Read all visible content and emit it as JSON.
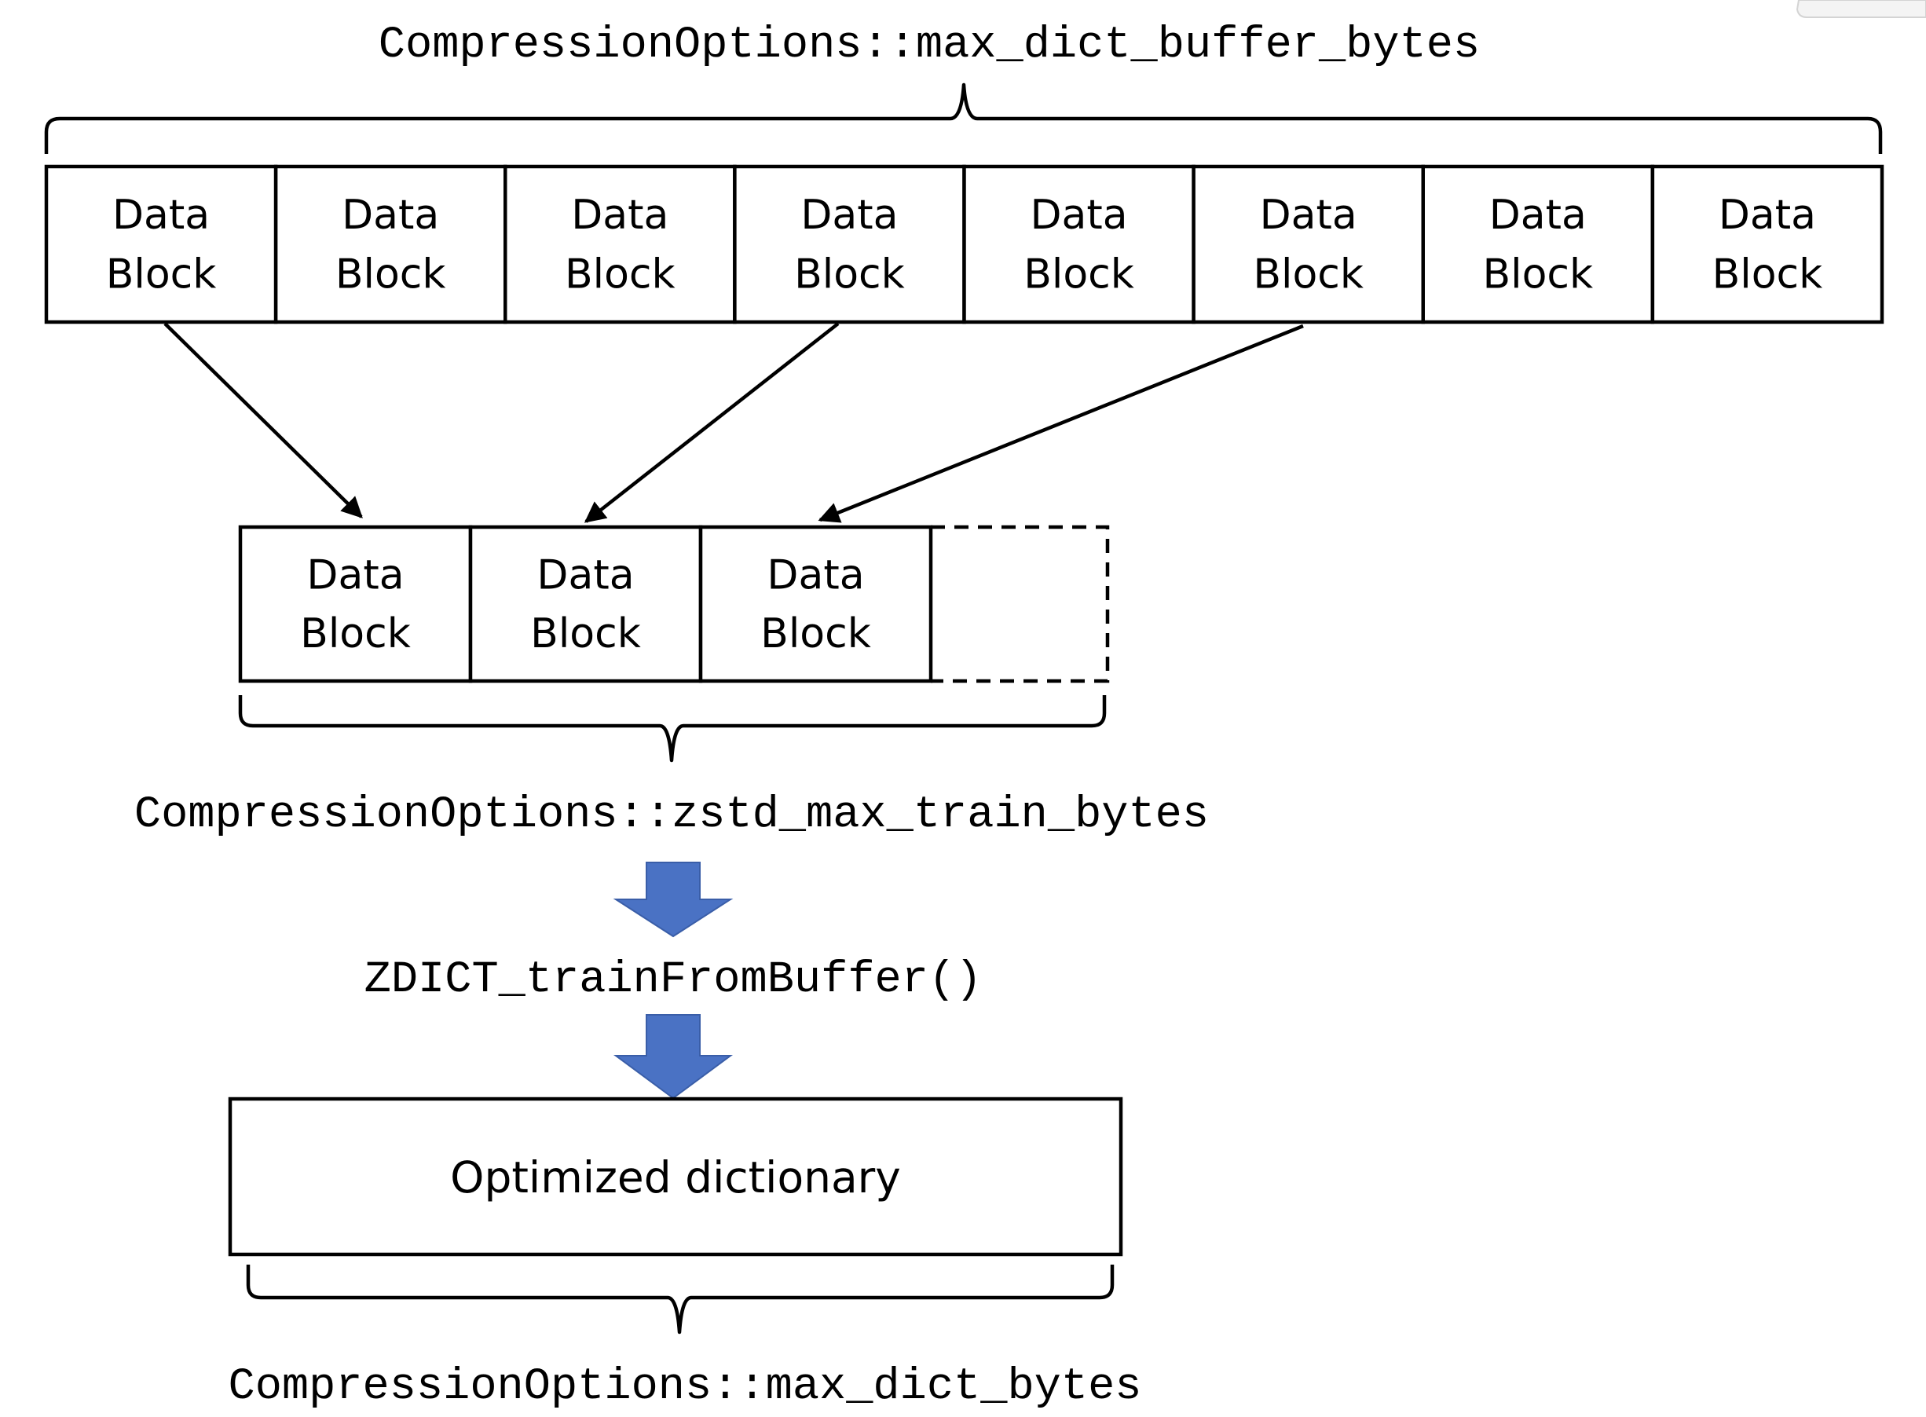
{
  "labels": {
    "max_dict_buffer_bytes": "CompressionOptions::max_dict_buffer_bytes",
    "zstd_max_train_bytes": "CompressionOptions::zstd_max_train_bytes",
    "train_function": "ZDICT_trainFromBuffer()",
    "max_dict_bytes": "CompressionOptions::max_dict_bytes"
  },
  "block": {
    "line1": "Data",
    "line2": "Block"
  },
  "buffer_blocks_count": 8,
  "sampled_blocks_count": 3,
  "sampled_from_indices": [
    0,
    3,
    5
  ],
  "output_box": {
    "label": "Optimized dictionary"
  },
  "colors": {
    "arrow_fill": "#4a72c4",
    "line": "#000000"
  }
}
